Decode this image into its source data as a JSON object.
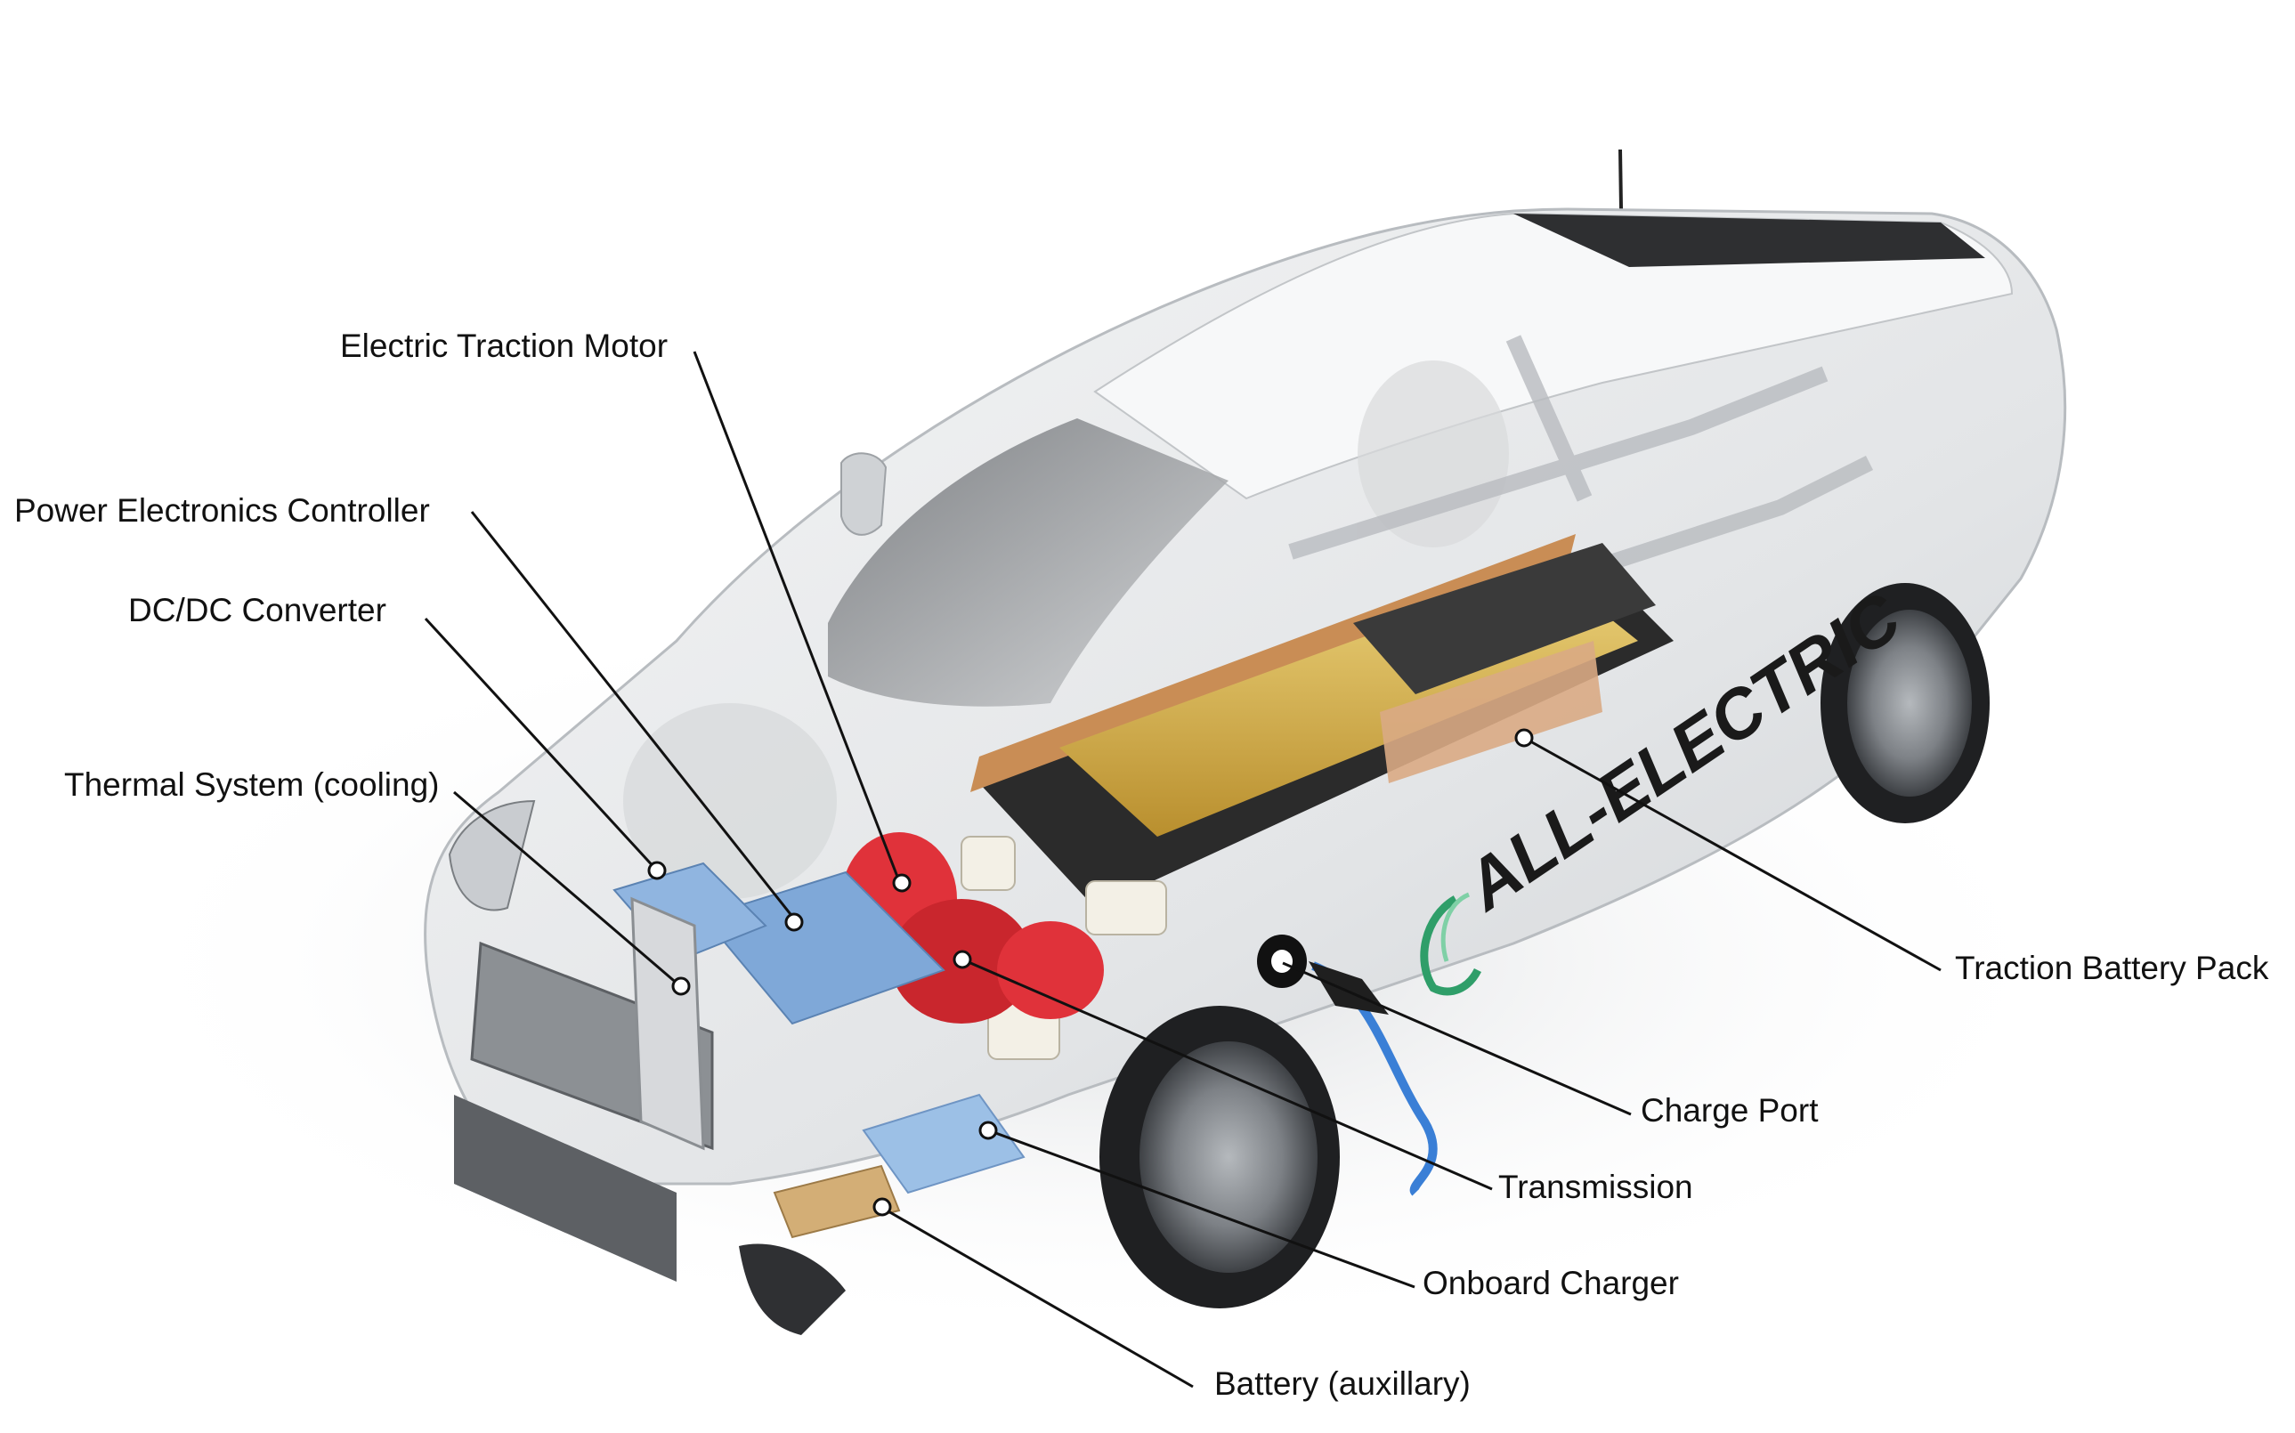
{
  "diagram": {
    "labels": {
      "motor": "Electric Traction Motor",
      "pec": "Power Electronics Controller",
      "dcdc": "DC/DC Converter",
      "thermal": "Thermal System (cooling)",
      "battery_pack": "Traction Battery Pack",
      "charge_port": "Charge Port",
      "transmission": "Transmission",
      "onboard_charger": "Onboard Charger",
      "aux_battery": "Battery (auxillary)"
    },
    "vehicle_badge": "ALL-ELECTRIC"
  },
  "colors": {
    "background": "#ffffff",
    "body": "#e9ebed",
    "battery_modules": "#d8b24e",
    "battery_casing": "#c98d55",
    "battery_dark": "#2b2b2b",
    "motor": "#e0323a",
    "converters": "#7fa8d8",
    "charge_cable": "#3a7fd6",
    "leader_line": "#111111"
  }
}
